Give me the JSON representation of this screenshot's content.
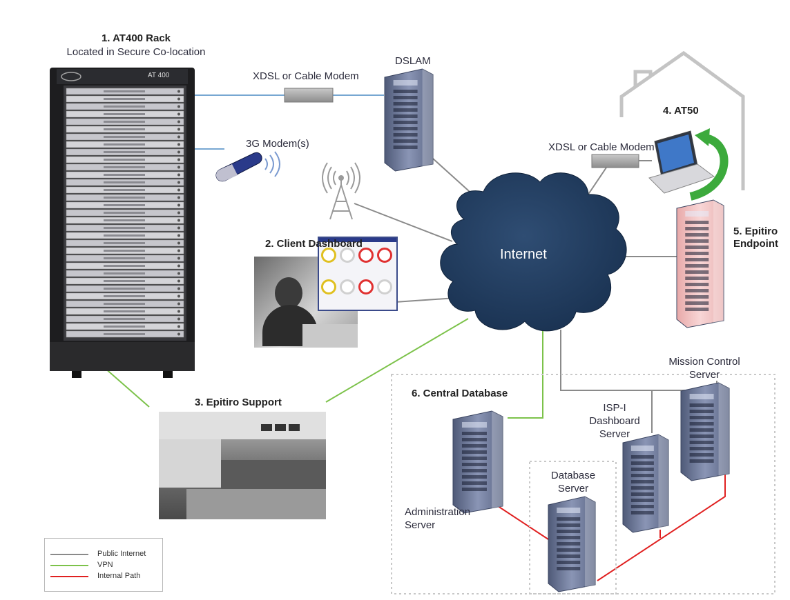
{
  "nodes": {
    "rack": {
      "title": "1. AT400 Rack",
      "subtitle": "Located in Secure Co-location",
      "rack_brand": "AT 400"
    },
    "modem_top": {
      "label": "XDSL or Cable Modem"
    },
    "dslam": {
      "label": "DSLAM"
    },
    "modem_3g": {
      "label": "3G Modem(s)"
    },
    "at50": {
      "label": "4. AT50"
    },
    "modem_home": {
      "label": "XDSL or Cable Modem"
    },
    "internet": {
      "label": "Internet"
    },
    "client_dashboard": {
      "label": "2. Client Dashboard"
    },
    "endpoint": {
      "label_line1": "5. Epitiro",
      "label_line2": "Endpoint"
    },
    "support": {
      "label": "3. Epitiro  Support"
    },
    "central_db": {
      "label": "6. Central Database"
    },
    "mission_control": {
      "label_line1": "Mission Control",
      "label_line2": "Server"
    },
    "isp_dashboard": {
      "label_line1": "ISP-I",
      "label_line2": "Dashboard",
      "label_line3": "Server"
    },
    "database_server": {
      "label_line1": "Database",
      "label_line2": "Server"
    },
    "admin_server": {
      "label_line1": "Administration",
      "label_line2": "Server"
    }
  },
  "legend": {
    "items": [
      {
        "label": "Public Internet",
        "color": "#8a8a8a"
      },
      {
        "label": "VPN",
        "color": "#7cc24a"
      },
      {
        "label": "Internal Path",
        "color": "#e02020"
      }
    ]
  },
  "colors": {
    "cloud": "#1f3a5c",
    "public": "#8a8a8a",
    "vpn": "#7cc24a",
    "internal": "#e02020",
    "server": "#6b7694",
    "endpoint": "#f2b7b7"
  }
}
